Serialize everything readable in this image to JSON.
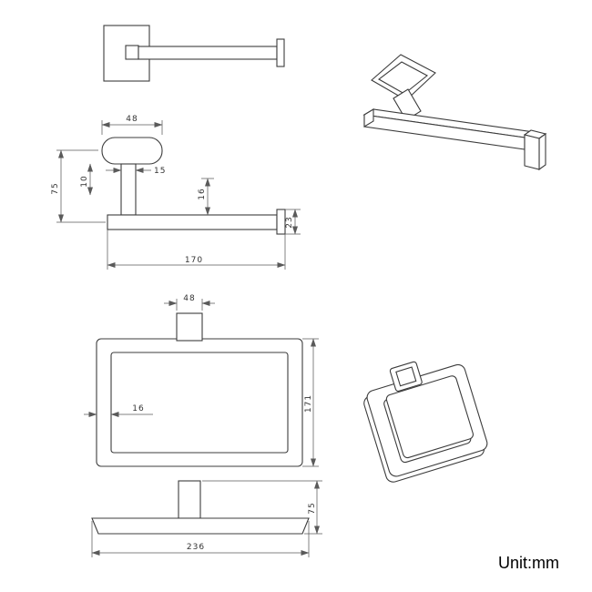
{
  "unit_label": "Unit:mm",
  "parts": {
    "toilet_paper_holder": {
      "dims": {
        "plate_width": "48",
        "overall_height": "75",
        "plate_offset": "10",
        "post_width": "15",
        "arm_drop": "16",
        "arm_length": "170",
        "end_plate_height": "23"
      }
    },
    "towel_ring": {
      "dims": {
        "post_width": "48",
        "ring_height": "171",
        "tube_thickness": "16",
        "base_length": "236",
        "base_depth": "75"
      }
    }
  }
}
